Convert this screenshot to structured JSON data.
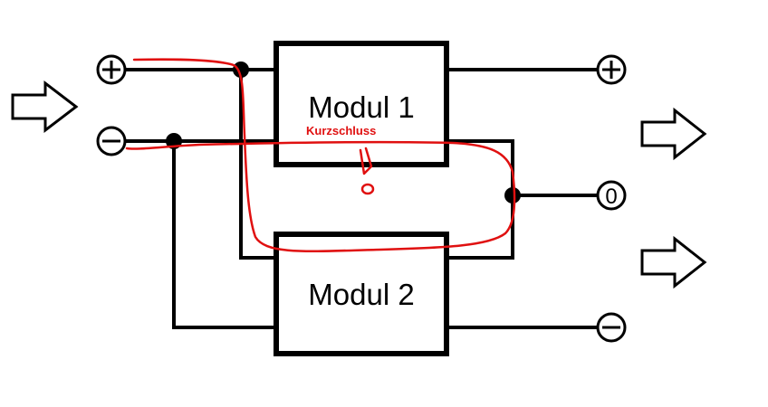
{
  "modules": {
    "module1": "Modul 1",
    "module2": "Modul 2"
  },
  "terminals": {
    "output_zero": "0"
  },
  "annotation": {
    "short_circuit_label": "Kurzschluss",
    "color": "#e01010"
  },
  "colors": {
    "wire": "#000000",
    "background": "#ffffff"
  }
}
